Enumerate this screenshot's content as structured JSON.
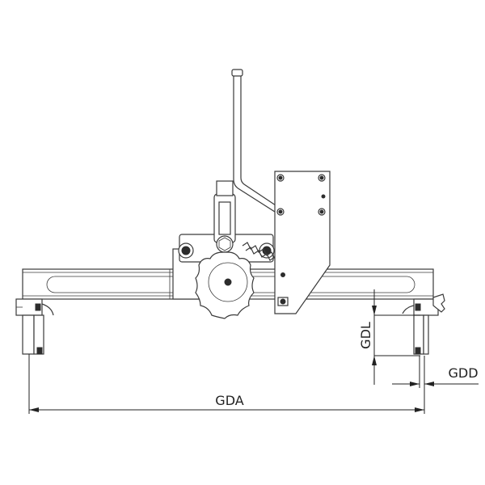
{
  "dimensions": {
    "gda_label": "GDA",
    "gdl_label": "GDL",
    "gdd_label": "GDD"
  }
}
